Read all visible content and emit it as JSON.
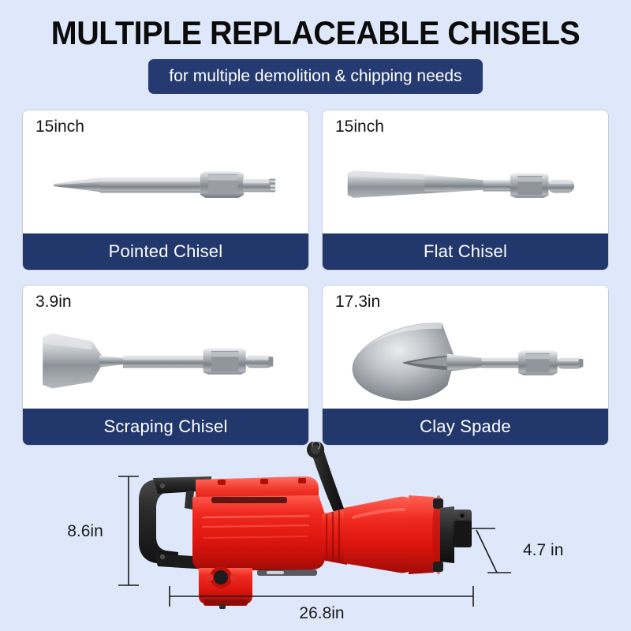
{
  "header": {
    "title": "MULTIPLE REPLACEABLE CHISELS",
    "subtitle": "for multiple demolition & chipping needs"
  },
  "theme": {
    "background": "#dfe8fb",
    "navy": "#22386c",
    "card_bg": "#ffffff",
    "card_border": "#c9ccd4",
    "title_color": "#0b0b0b",
    "tool_red": "#e8261f",
    "tool_black": "#272727",
    "steel_light": "#dcdee1",
    "steel_mid": "#a9adb3",
    "steel_dark": "#6e7379"
  },
  "cards": [
    {
      "size": "15inch",
      "label": "Pointed Chisel",
      "art": "pointed-chisel"
    },
    {
      "size": "15inch",
      "label": "Flat Chisel",
      "art": "flat-chisel"
    },
    {
      "size": "3.9in",
      "label": "Scraping Chisel",
      "art": "scraping-chisel"
    },
    {
      "size": "17.3in",
      "label": "Clay Spade",
      "art": "clay-spade"
    }
  ],
  "hammer": {
    "name": "demolition-hammer",
    "dimensions": {
      "height": "8.6in",
      "length": "26.8in",
      "depth": "4.7 in"
    }
  }
}
